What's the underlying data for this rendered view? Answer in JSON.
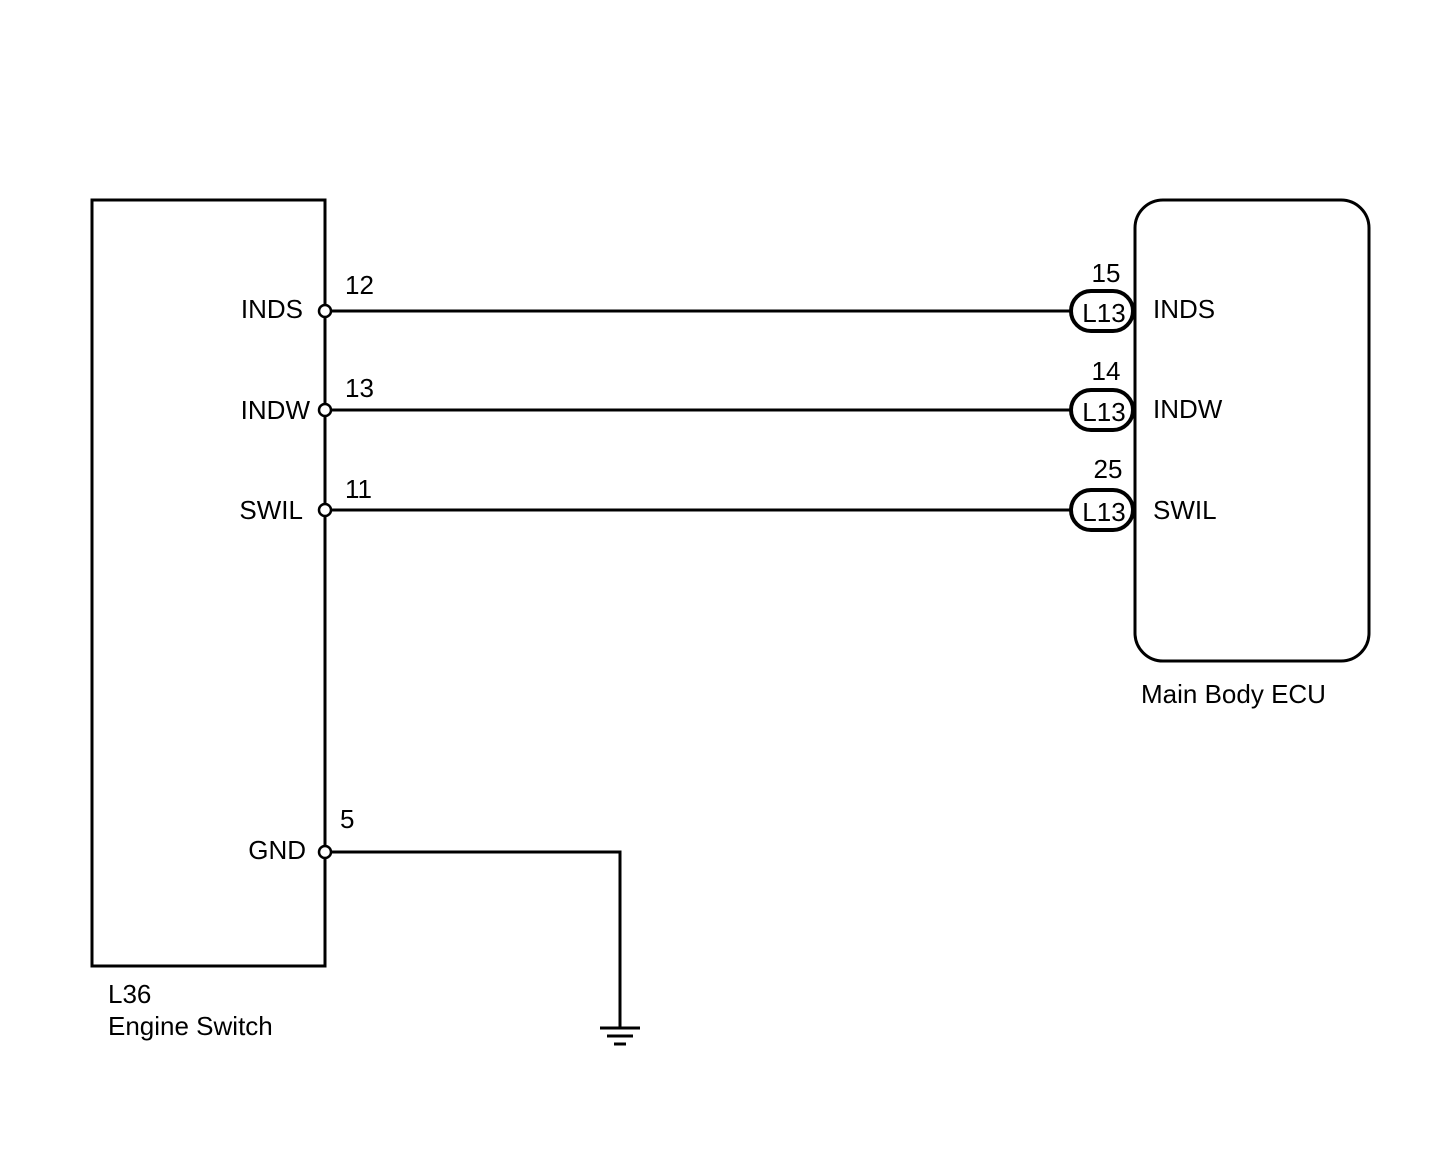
{
  "left_component": {
    "code": "L36",
    "name": "Engine Switch",
    "pins": [
      {
        "name": "INDS",
        "number": "12"
      },
      {
        "name": "INDW",
        "number": "13"
      },
      {
        "name": "SWIL",
        "number": "11"
      },
      {
        "name": "GND",
        "number": "5"
      }
    ]
  },
  "right_component": {
    "name": "Main Body ECU",
    "pins": [
      {
        "name": "INDS",
        "number": "15",
        "connector": "L13"
      },
      {
        "name": "INDW",
        "number": "14",
        "connector": "L13"
      },
      {
        "name": "SWIL",
        "number": "25",
        "connector": "L13"
      }
    ]
  },
  "connections": [
    {
      "from": "L36 INDS 12",
      "to": "L13 INDS 15"
    },
    {
      "from": "L36 INDW 13",
      "to": "L13 INDW 14"
    },
    {
      "from": "L36 SWIL 11",
      "to": "L13 SWIL 25"
    },
    {
      "from": "L36 GND 5",
      "to": "ground"
    }
  ]
}
